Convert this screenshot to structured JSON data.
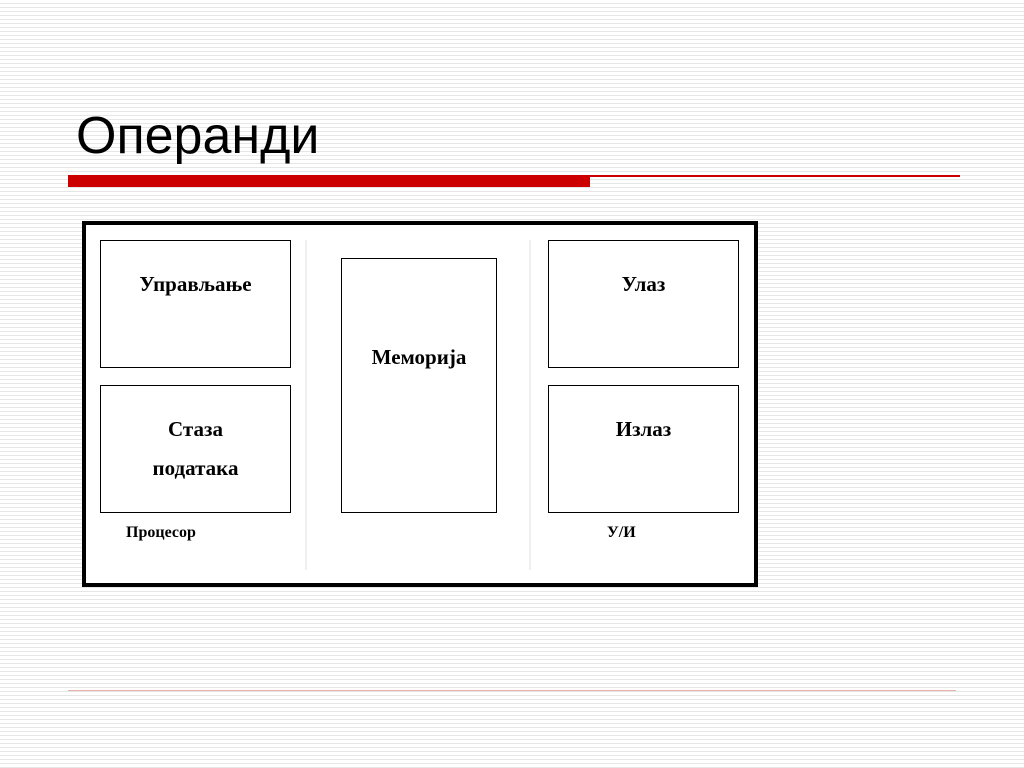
{
  "slide": {
    "title": "Операнди",
    "accent_color": "#cc0000"
  },
  "diagram": {
    "boxes": {
      "control": "Управљање",
      "datapath": "Стаза\nподатака",
      "memory": "Меморија",
      "input": "Улаз",
      "output": "Излаз"
    },
    "groups": {
      "processor": "Процесор",
      "io": "У/И"
    }
  }
}
